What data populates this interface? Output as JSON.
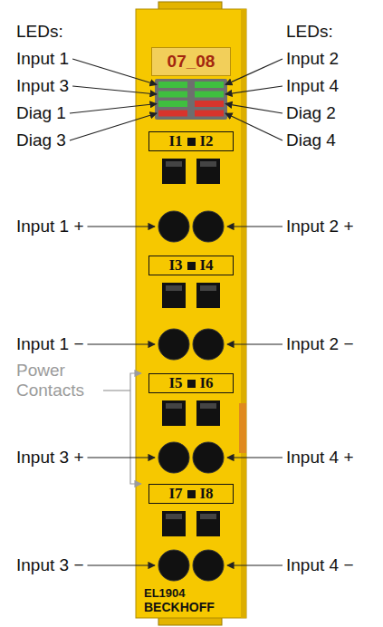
{
  "diagram": {
    "nodes": [
      {
        "text": [
          "EL1904",
          "BECKHOFF"
        ]
      },
      {
        "text": [
          "07_08"
        ],
        "in": 0
      },
      {
        "text": [
          "I1",
          "I2"
        ],
        "in": 0
      },
      {
        "text": [
          "I3",
          "I4"
        ],
        "in": 0
      },
      {
        "text": [
          "I5",
          "I6"
        ],
        "in": 0
      },
      {
        "text": [
          "I7",
          "I8"
        ],
        "in": 0
      }
    ],
    "labels": [
      "LEDs:",
      "Input 1",
      "Input 3",
      "Diag 1",
      "Diag 3",
      "LEDs:",
      "Input 2",
      "Input 4",
      "Diag 2",
      "Diag 4",
      "Input 1 +",
      "Input 2 +",
      "Input 1 −",
      "Input 2 −",
      "Power Contacts",
      "Input 3 +",
      "Input 4 +",
      "Input 3 −",
      "Input 4 −"
    ]
  }
}
